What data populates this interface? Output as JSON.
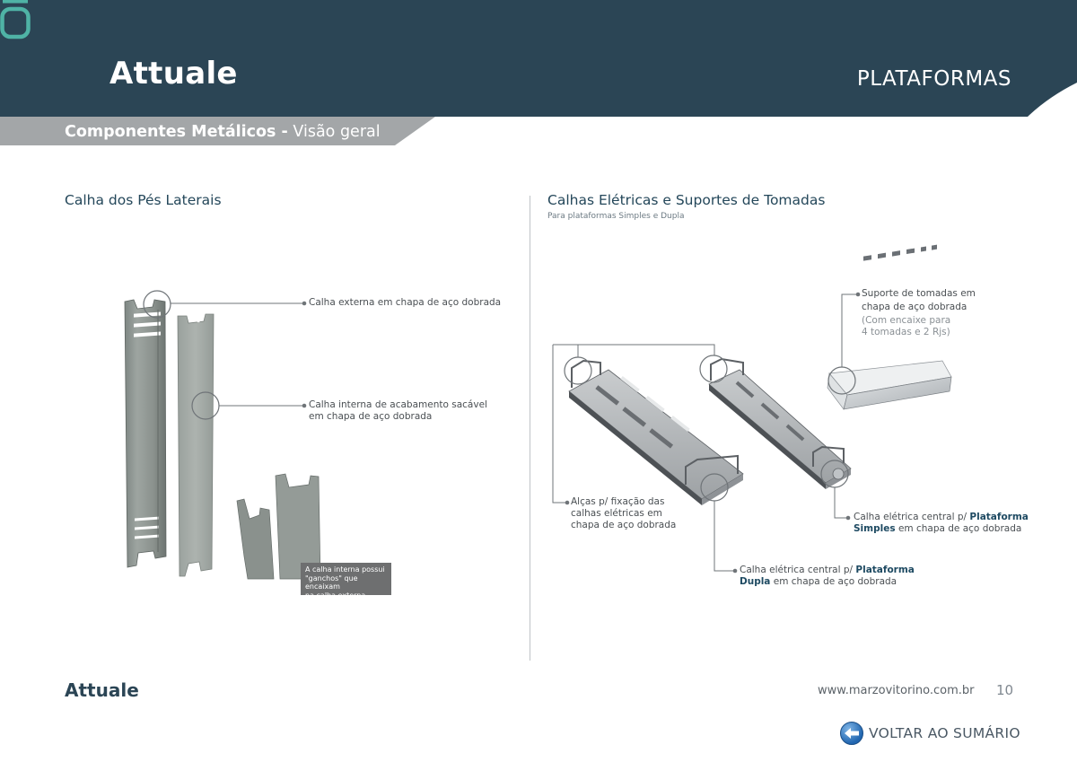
{
  "header": {
    "brand": "Attuale",
    "section_title": "PLATAFORMAS",
    "subtitle_strong": "Componentes Metálicos -",
    "subtitle_light": "Visão geral",
    "colors": {
      "header_bg": "#2b4555",
      "subtitle_bar": "#a3a6a8",
      "accent": "#4fb3a6"
    }
  },
  "left": {
    "title": "Calha dos Pés Laterais",
    "callout_outer": "Calha externa em chapa de aço dobrada",
    "callout_inner_1": "Calha interna de acabamento sacável",
    "callout_inner_2": "em chapa de aço dobrada",
    "note_1": "A calha interna possui",
    "note_2": "\"ganchos\" que encaixam",
    "note_3": "na calha externa ."
  },
  "right": {
    "title": "Calhas Elétricas e Suportes de Tomadas",
    "subtitle": "Para plataformas Simples e Dupla",
    "socket_1": "Suporte de tomadas em",
    "socket_2": "chapa de aço dobrada",
    "socket_3": "(Com encaixe para",
    "socket_4": "4 tomadas e 2 Rjs)",
    "handles_1": "Alças p/ fixação das",
    "handles_2": "calhas elétricas em",
    "handles_3": "chapa de aço dobrada",
    "simple_pre": "Calha elétrica central p/",
    "simple_hl_1": "Plataforma",
    "simple_hl_2": "Simples",
    "simple_post": "em chapa de aço dobrada",
    "double_pre": "Calha elétrica central p/",
    "double_hl_1": "Plataforma",
    "double_hl_2": "Dupla",
    "double_post": "em chapa de aço dobrada"
  },
  "footer": {
    "brand": "Attuale",
    "url": "www.marzovitorino.com.br",
    "page": "10",
    "back": "VOLTAR AO SUMÁRIO"
  }
}
